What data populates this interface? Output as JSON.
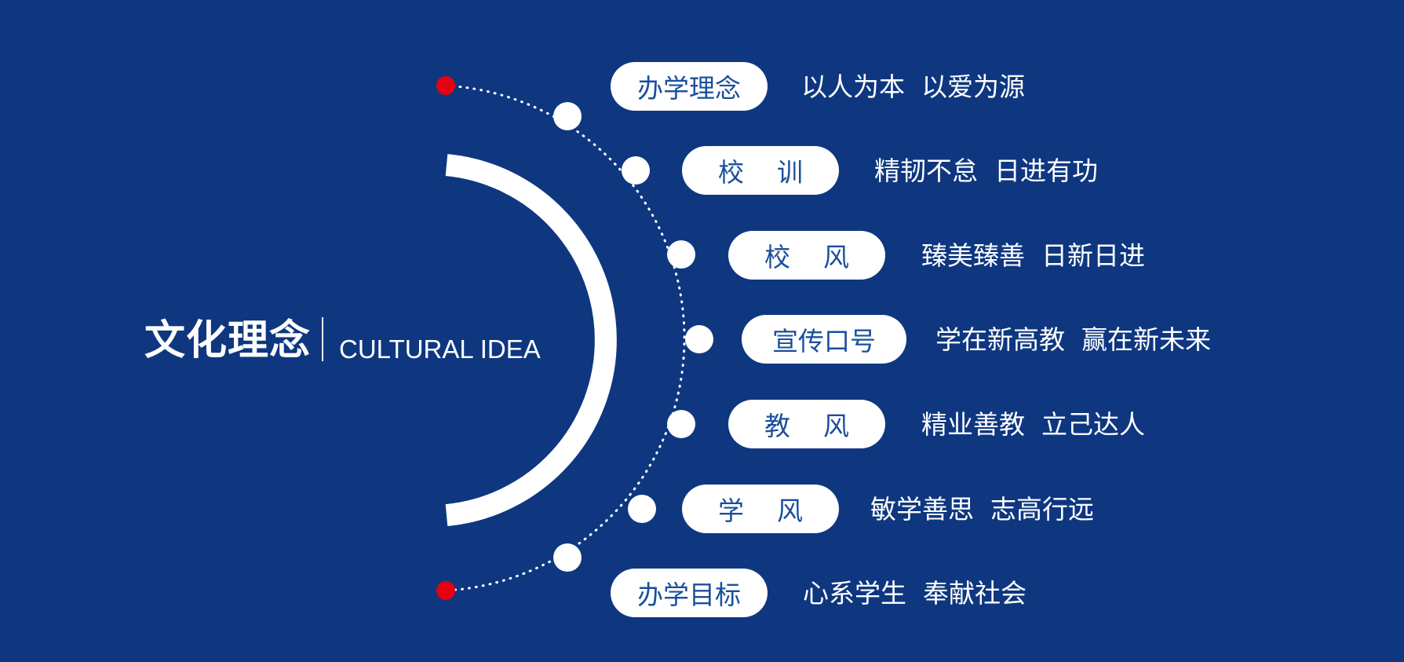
{
  "title": {
    "cn": "文化理念",
    "en": "CULTURAL IDEA"
  },
  "colors": {
    "background": "#0e3780",
    "accent_dot": "#e60012",
    "pill_text": "#1a4f9c",
    "white": "#ffffff"
  },
  "items": [
    {
      "label": "办学理念",
      "motto": "以人为本  以爱为源"
    },
    {
      "label": "校    训",
      "motto": "精韧不怠  日进有功"
    },
    {
      "label": "校    风",
      "motto": "臻美臻善  日新日进"
    },
    {
      "label": "宣传口号",
      "motto": "学在新高教  赢在新未来"
    },
    {
      "label": "教    风",
      "motto": "精业善教  立己达人"
    },
    {
      "label": "学    风",
      "motto": "敏学善思  志高行远"
    },
    {
      "label": "办学目标",
      "motto": "心系学生  奉献社会"
    }
  ]
}
